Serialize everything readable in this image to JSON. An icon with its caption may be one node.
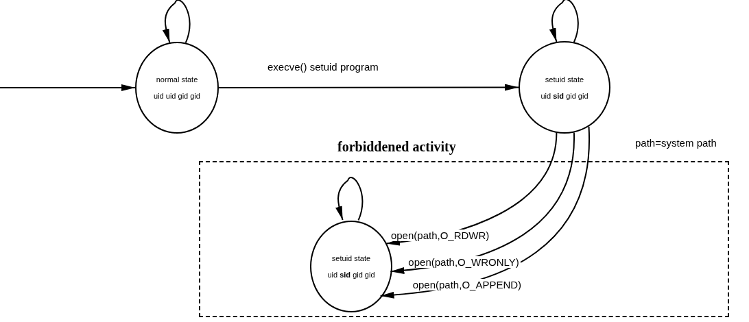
{
  "diagram": {
    "nodes": [
      {
        "text": [
          "normal state",
          "uid uid gid gid"
        ]
      },
      {
        "text": [
          "setuid state",
          "uid **sid** gid gid"
        ]
      },
      {
        "text": [
          "forbiddened activity"
        ]
      },
      {
        "text": [
          "setuid state",
          "uid **sid** gid gid"
        ],
        "in": 2
      }
    ],
    "edges": [
      {
        "from": null,
        "to": 0,
        "arrow": "to"
      },
      {
        "from": 0,
        "to": 0,
        "arrow": "to"
      },
      {
        "from": 0,
        "to": 1,
        "arrow": "to",
        "label": "execve() setuid  program"
      },
      {
        "from": 1,
        "to": 1,
        "arrow": "to"
      },
      {
        "from": 1,
        "to": 3,
        "arrow": "to",
        "label": "open(path,O_RDWR)"
      },
      {
        "from": 1,
        "to": 3,
        "arrow": "to",
        "label": "open(path,O_WRONLY)"
      },
      {
        "from": 1,
        "to": 3,
        "arrow": "to",
        "label": "open(path,O_APPEND)"
      },
      {
        "from": 3,
        "to": 3,
        "arrow": "to"
      }
    ],
    "labels": [
      "path=system path"
    ]
  }
}
